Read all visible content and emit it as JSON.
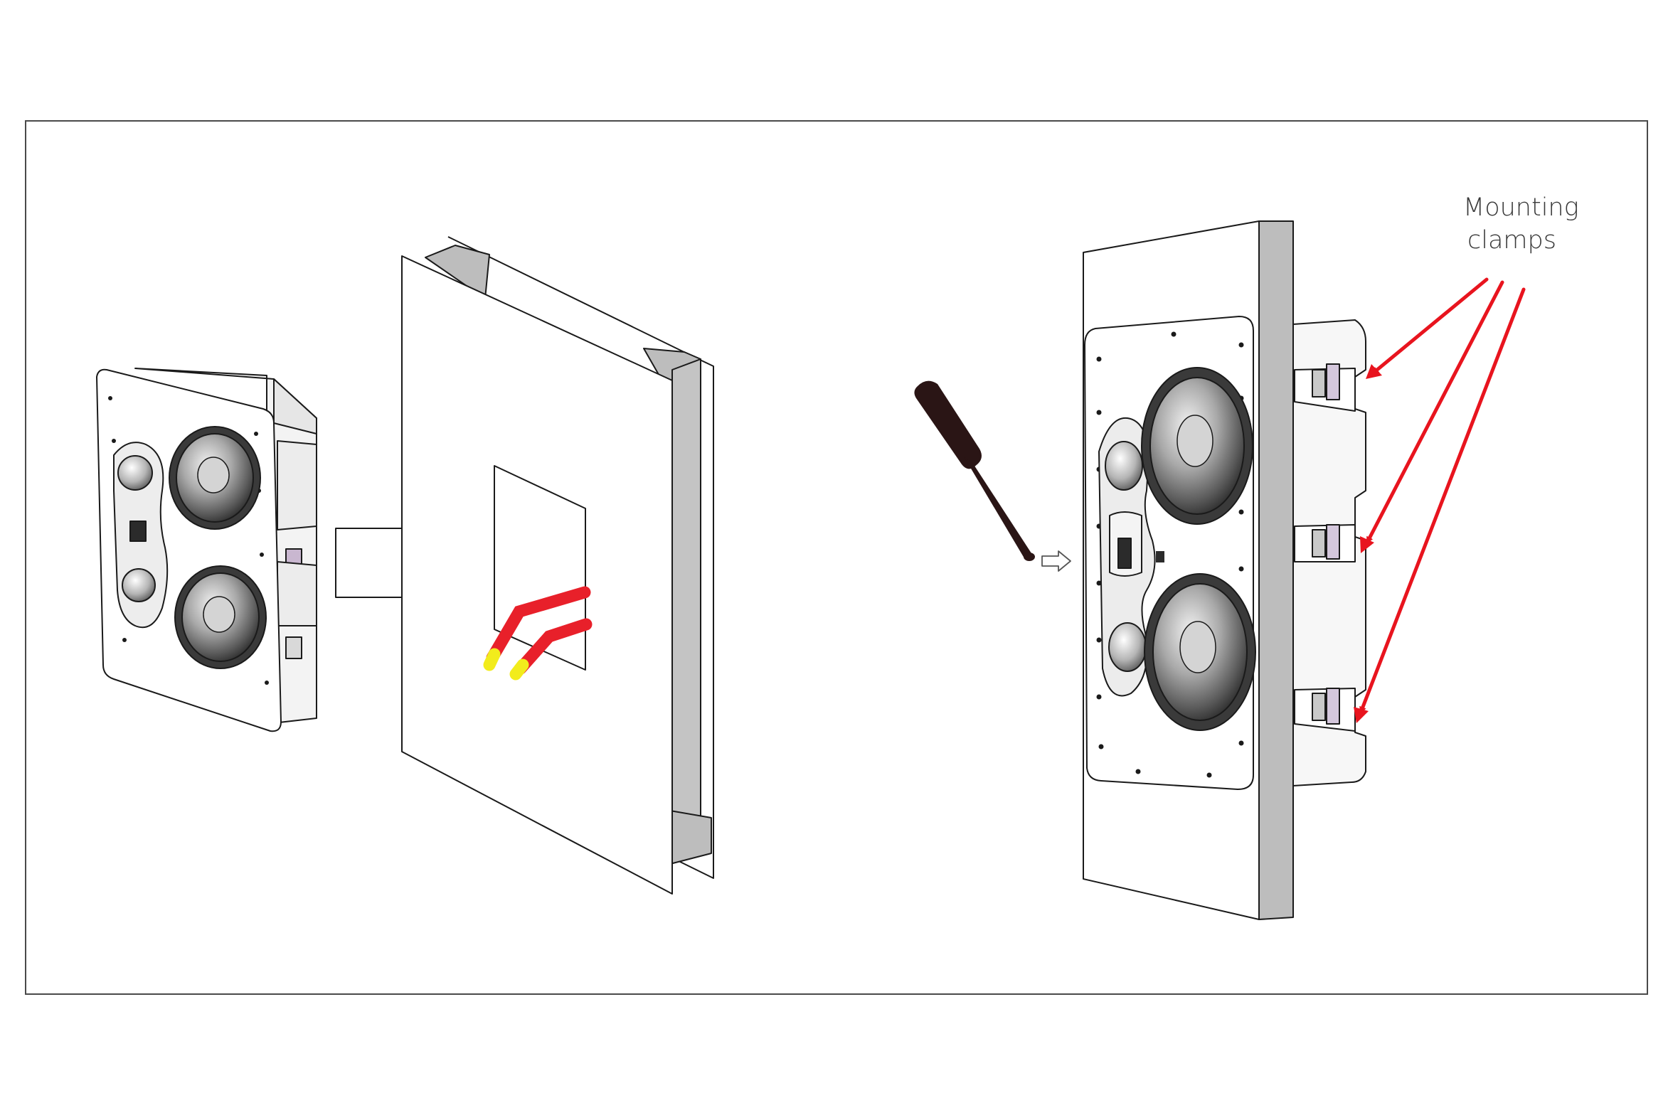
{
  "callout": {
    "line1": "Mounting",
    "line2": "clamps"
  },
  "colors": {
    "outline": "#1a1a1a",
    "wall_edge": "#bdbdbd",
    "cable": "#e8202a",
    "cable_tip": "#f2ec1c",
    "arrow": "#e8141e",
    "frame_border": "#4a4a4a",
    "screwdriver": "#2a1515"
  },
  "icons": [
    "speaker-unit",
    "wall-panel",
    "insert-arrow",
    "speaker-cable",
    "screwdriver-icon",
    "push-arrow-icon",
    "mounting-clamp",
    "callout-arrow"
  ]
}
